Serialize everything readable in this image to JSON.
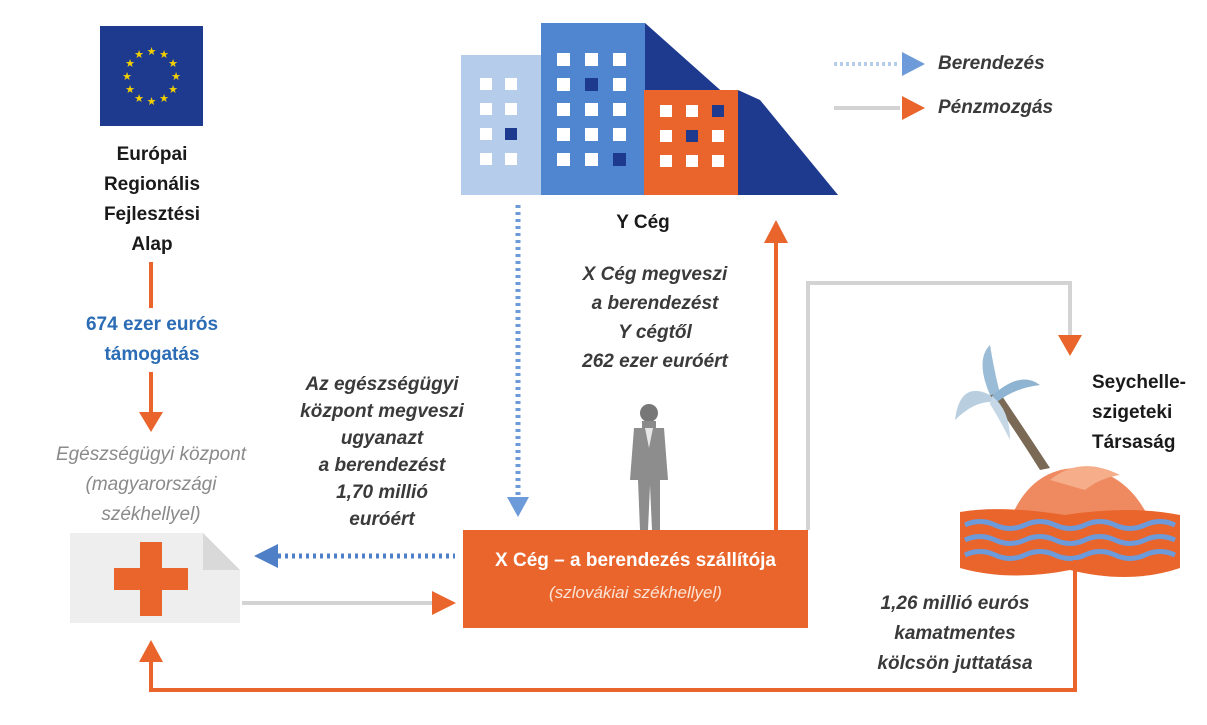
{
  "legend": {
    "equipment": "Berendezés",
    "money": "Pénzmozgás"
  },
  "eu_fund": {
    "line1": "Európai",
    "line2": "Regionális",
    "line3": "Fejlesztési",
    "line4": "Alap"
  },
  "grant": {
    "line1": "674 ezer eurós",
    "line2": "támogatás"
  },
  "health_center": {
    "line1": "Egészségügyi központ",
    "line2": "(magyarországi",
    "line3": "székhellyel)"
  },
  "health_buys": {
    "line1": "Az egészségügyi",
    "line2": "központ megveszi",
    "line3": "ugyanazt",
    "line4": "a berendezést",
    "line5": "1,70 millió",
    "line6": "euróért"
  },
  "company_y": {
    "label": "Y Cég"
  },
  "x_buys": {
    "line1": "X Cég megveszi",
    "line2": "a berendezést",
    "line3": "Y cégtől",
    "line4": "262 ezer euróért"
  },
  "company_x": {
    "line1": "X Cég – a berendezés szállítója",
    "line2": "(szlovákiai székhellyel)"
  },
  "seychelles": {
    "line1": "Seychelle-",
    "line2": "szigeteki",
    "line3": "Társaság"
  },
  "loan": {
    "line1": "1,26 millió eurós",
    "line2": "kamatmentes",
    "line3": "kölcsön juttatása"
  },
  "colors": {
    "orange": "#e9652c",
    "blue": "#4f7fc7",
    "navy": "#1f3b8a",
    "gray": "#d3d3d3"
  },
  "icons": [
    "eu-flag-icon",
    "building-icon",
    "person-icon",
    "hospital-cross-icon",
    "island-icon"
  ]
}
